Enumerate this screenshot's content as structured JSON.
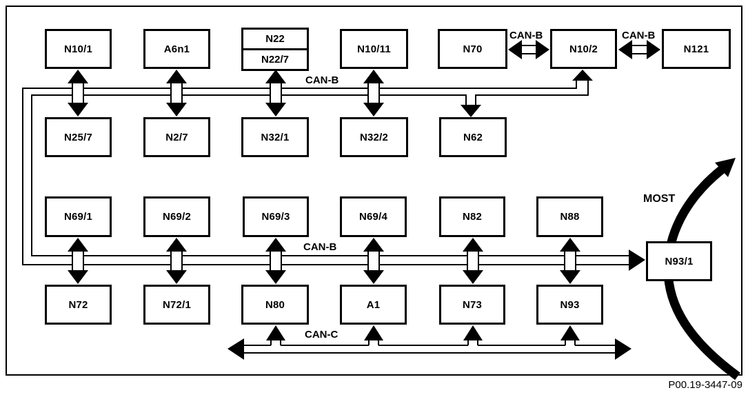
{
  "caption": "P00.19-3447-09",
  "labels": {
    "can_b": "CAN-B",
    "can_c": "CAN-C",
    "most": "MOST"
  },
  "nodes": {
    "n10_1": "N10/1",
    "a6n1": "A6n1",
    "n22": "N22",
    "n22_7": "N22/7",
    "n10_11": "N10/11",
    "n70": "N70",
    "n10_2": "N10/2",
    "n121": "N121",
    "n25_7": "N25/7",
    "n2_7": "N2/7",
    "n32_1": "N32/1",
    "n32_2": "N32/2",
    "n62": "N62",
    "n69_1": "N69/1",
    "n69_2": "N69/2",
    "n69_3": "N69/3",
    "n69_4": "N69/4",
    "n82": "N82",
    "n88": "N88",
    "n72": "N72",
    "n72_1": "N72/1",
    "n80": "N80",
    "a1": "A1",
    "n73": "N73",
    "n93": "N93",
    "n93_1": "N93/1"
  }
}
